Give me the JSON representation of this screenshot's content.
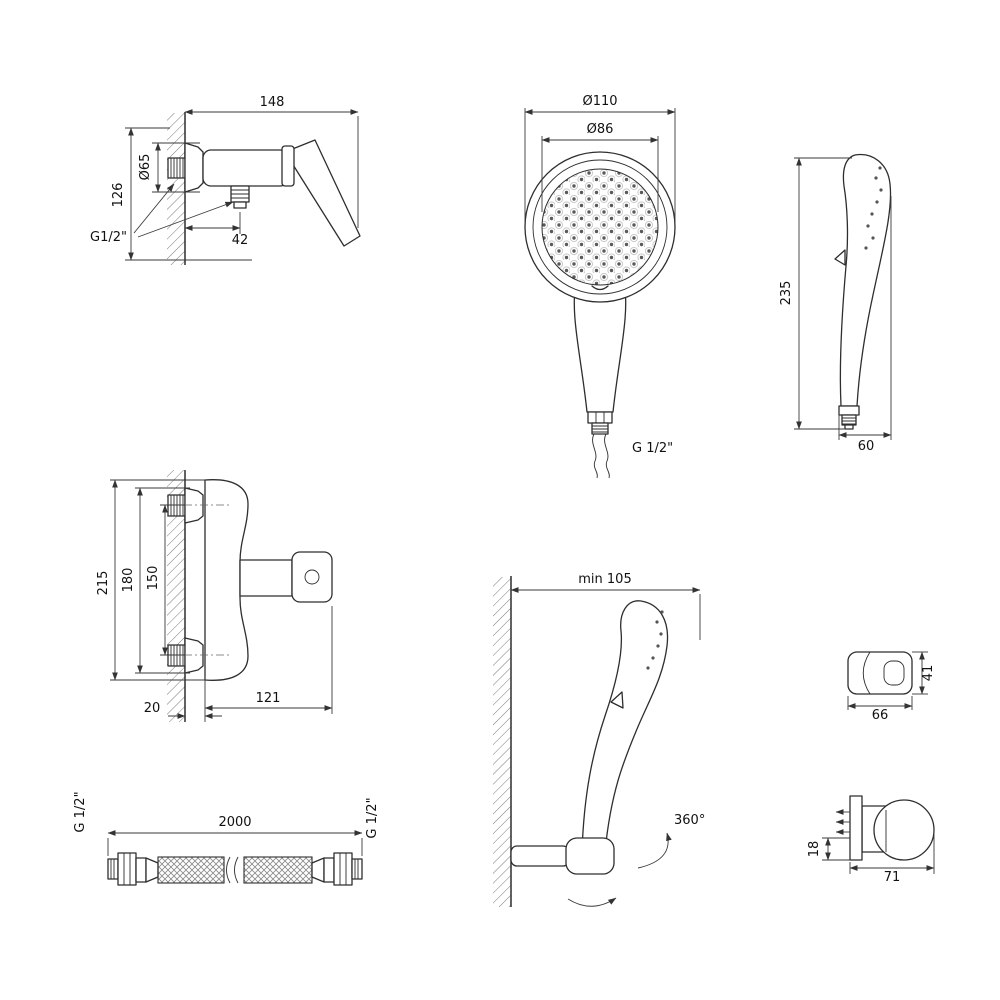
{
  "views": {
    "mixer_side": {
      "dim_width": "148",
      "dim_flange": "Ø65",
      "dim_height": "126",
      "thread_label": "G1/2\"",
      "dim_offset": "42"
    },
    "hand_shower_front": {
      "dim_outer": "Ø110",
      "dim_face": "Ø86",
      "thread_label": "G 1/2\""
    },
    "hand_shower_side": {
      "dim_length": "235",
      "dim_width": "60"
    },
    "mixer_front": {
      "dim_total_height": "215",
      "dim_flange_span": "180",
      "dim_centers": "150",
      "dim_depth": "20",
      "dim_width": "121"
    },
    "bracket_mounted": {
      "dim_min_clearance": "min 105",
      "dim_rotation": "360°"
    },
    "holder_front": {
      "dim_width": "66",
      "dim_height": "41"
    },
    "hose": {
      "dim_length": "2000",
      "thread_left": "G 1/2\"",
      "thread_right": "G 1/2\""
    },
    "holder_side": {
      "dim_height": "18",
      "dim_width": "71"
    }
  }
}
